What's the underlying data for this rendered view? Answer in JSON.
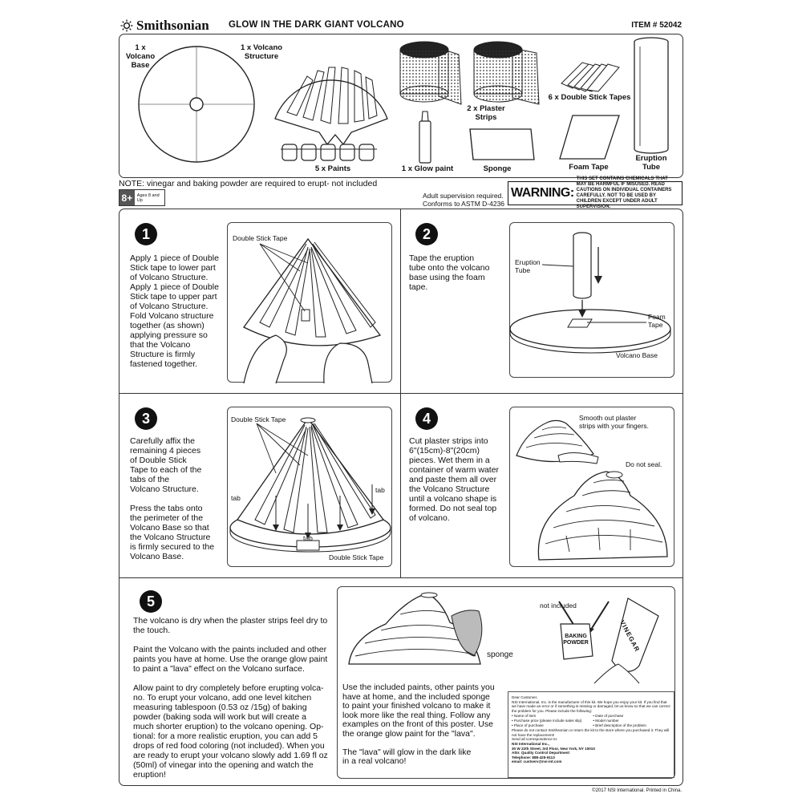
{
  "header": {
    "brand": "Smithsonian",
    "title": "GLOW IN THE DARK GIANT VOLCANO",
    "item_number": "ITEM # 52042"
  },
  "parts": [
    {
      "label": "1 x Volcano\nBase",
      "icon": "volcano-base-disc"
    },
    {
      "label": "1 x Volcano\nStructure",
      "icon": "volcano-structure-fan"
    },
    {
      "label": "5 x Paints",
      "icon": "paint-pots"
    },
    {
      "label": "2 x Plaster\nStrips",
      "icon": "plaster-rolls"
    },
    {
      "label": "1 x Glow paint",
      "icon": "glow-paint-tube"
    },
    {
      "label": "Sponge",
      "icon": "sponge"
    },
    {
      "label": "6 x Double Stick Tapes",
      "icon": "tape-sheets"
    },
    {
      "label": "Foam Tape",
      "icon": "foam-tape"
    },
    {
      "label": "Eruption\nTube",
      "icon": "eruption-tube"
    }
  ],
  "note": "NOTE: vinegar and baking powder are required to erupt- not included",
  "age": {
    "number": "8+",
    "text": "Ages 8 and Up"
  },
  "supervision": "Adult supervision required.\nConforms to ASTM D-4236",
  "warning": {
    "word": "WARNING:",
    "text": "THIS SET CONTAINS CHEMICALS THAT MAY BE HARMFUL IF MISUSED. READ CAUTIONS ON INDIVIDUAL CONTAINERS CAREFULLY. NOT TO BE USED BY CHILDREN EXCEPT UNDER ADULT SUPERVISION."
  },
  "steps": [
    {
      "number": "1",
      "text": "Apply 1 piece of Double\nStick tape to lower part\nof Volcano Structure.\nApply 1 piece of Double\nStick tape to upper part\nof Volcano Structure.\nFold Volcano structure\ntogether (as shown)\napplying pressure so\nthat the Volcano\nStructure is firmly\nfastened together.",
      "labels": [
        "Double Stick Tape"
      ]
    },
    {
      "number": "2",
      "text": "Tape the eruption\ntube onto the volcano\nbase using the foam\ntape.",
      "labels": [
        "Eruption\nTube",
        "Foam\nTape",
        "Volcano Base"
      ]
    },
    {
      "number": "3",
      "text": "Carefully affix the\nremaining 4 pieces\nof Double Stick\nTape to each of the\ntabs of the\nVolcano Structure.\n\nPress the tabs onto\nthe perimeter of the\nVolcano Base so that\nthe Volcano Structure\nis firmly secured to the\nVolcano Base.",
      "labels": [
        "Double Stick Tape",
        "tab",
        "tab",
        "tab",
        "Double Stick Tape"
      ]
    },
    {
      "number": "4",
      "text": "Cut plaster strips into\n6\"(15cm)-8\"(20cm)\npieces. Wet them in a\ncontainer of warm water\nand paste them all over\nthe Volcano Structure\nuntil a volcano shape is\nformed. Do not seal top\nof volcano.",
      "labels": [
        "Smooth out plaster\nstrips with your fingers.",
        "Do not seal."
      ]
    },
    {
      "number": "5",
      "text": "The volcano is dry when the plaster strips feel dry to\nthe touch.\n\nPaint the Volcano with the paints included and other\npaints you have at home. Use the orange glow paint\nto paint a \"lava\" effect on the Volcano surface.\n\nAllow paint to dry completely before erupting volca-\nno. To erupt your volcano, add one level kitchen\nmeasuring tablespoon (0.53 oz /15g) of baking\npowder (baking soda will work but will create a\nmuch shorter eruption) to the volcano opening. Op-\ntional: for a more realistic eruption, you can add 5\ndrops of red food coloring (not included). When you\nare ready to erupt your volcano slowly add 1.69 fl oz\n(50ml) of vinegar into the opening and watch the\neruption!",
      "text2": "Use the included paints, other paints you\nhave at home, and the included sponge\nto paint your finished volcano to make it\nlook more like the real thing. Follow any\nexamples on the front of this poster. Use\nthe orange glow paint for the \"lava\".\n\nThe \"lava\" will glow in the dark like\nin a real volcano!",
      "labels": [
        "sponge",
        "not included",
        "BAKING\nPOWDER",
        "VINEGAR"
      ]
    }
  ],
  "letter": {
    "greeting": "Dear Customer,",
    "body": "NSI International, Inc. is the manufacturer of this kit. We hope you enjoy your kit. If you find that we have made an error or if something is missing or damaged, let us know so that we can correct the problem for you. Please include the following:",
    "items_left": [
      "• Name of item",
      "• Purchase price (please include sales slip)",
      "• Place of purchase"
    ],
    "items_right": [
      "• Date of purchase",
      "• Model number",
      "• Brief description of the problem"
    ],
    "return_note": "Please do not contact Smithsonian or return the kit to the store where you purchased it. They will not have the replacement!",
    "send_to": "Send all correspondence to:",
    "company": "NSI International Inc.,",
    "address": "30 W 22th Street, 3rd Floor, New York, NY 10010",
    "attn": "Attn: Quality Control Department",
    "phone": "Telephone: 888-425-9113",
    "email": "email: custserv@nsi-int.com"
  },
  "copyright": "©2017 NSI International.  Printed in China."
}
